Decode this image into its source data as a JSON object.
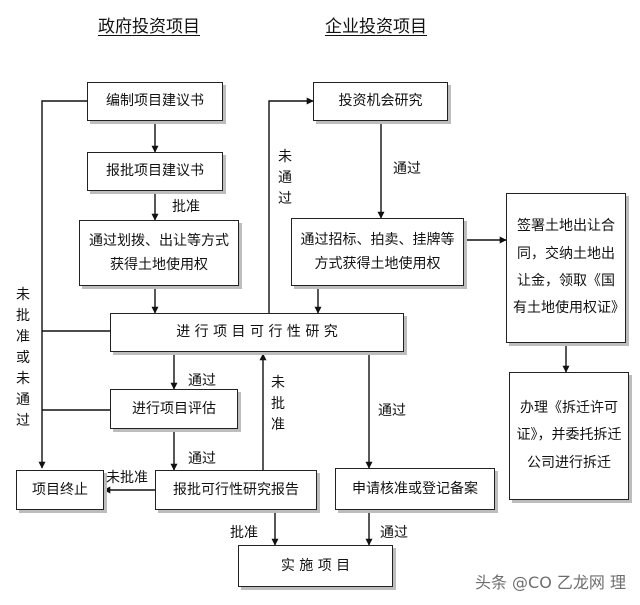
{
  "headers": {
    "government": "政府投资项目",
    "enterprise": "企业投资项目"
  },
  "boxes": {
    "compile_proposal": "编制项目建议书",
    "submit_proposal": "报批项目建议书",
    "gov_land": "通过划拨、出让等方式获得土地使用权",
    "investment_opportunity": "投资机会研究",
    "ent_land": "通过招标、拍卖、挂牌等方式获得土地使用权",
    "land_contract": "签署土地出让合同，交纳土地出让金，领取《国有土地使用权证》",
    "feasibility_study": "进 行 项 目 可 行 性 研 究",
    "project_evaluation": "进行项目评估",
    "demolition": "办理《拆迁许可证》，并委托拆迁公司进行拆迁",
    "project_terminate": "项目终止",
    "submit_feasibility": "报批可行性研究报告",
    "apply_approval": "申请核准或登记备案",
    "implement": "实 施 项 目"
  },
  "labels": {
    "approved_1": "批准",
    "passed_1": "通过",
    "not_passed_top": "未通过",
    "not_approved_or_not_passed": "未批准或未通过",
    "passed_2": "通过",
    "not_approved_mid": "未批准",
    "passed_3": "通过",
    "passed_4": "通过",
    "not_approved_left": "未批准",
    "approved_2": "批准",
    "passed_5": "通过"
  },
  "watermark": "头条 @CO 乙龙网 理"
}
